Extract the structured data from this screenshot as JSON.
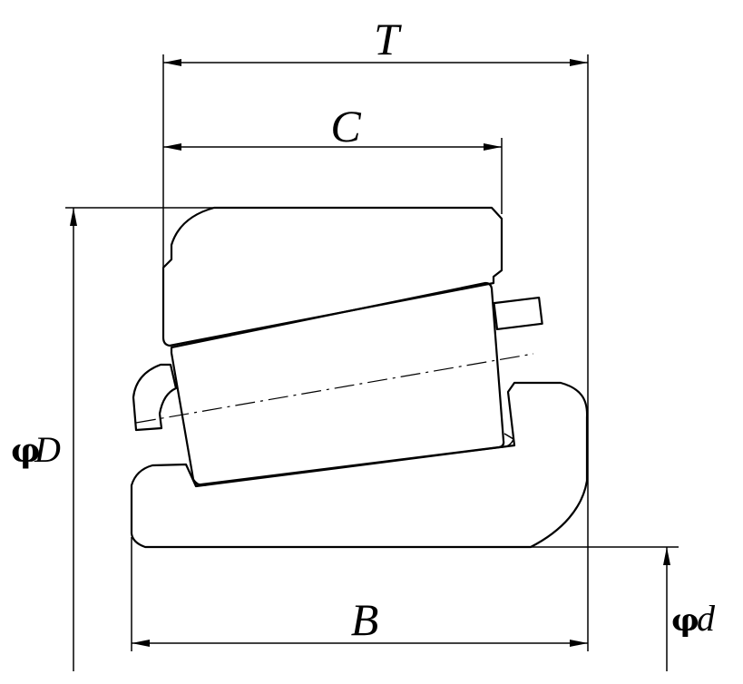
{
  "labels": {
    "T": "T",
    "C": "C",
    "B": "B",
    "phi": "φ",
    "D": "D",
    "d": "d"
  }
}
